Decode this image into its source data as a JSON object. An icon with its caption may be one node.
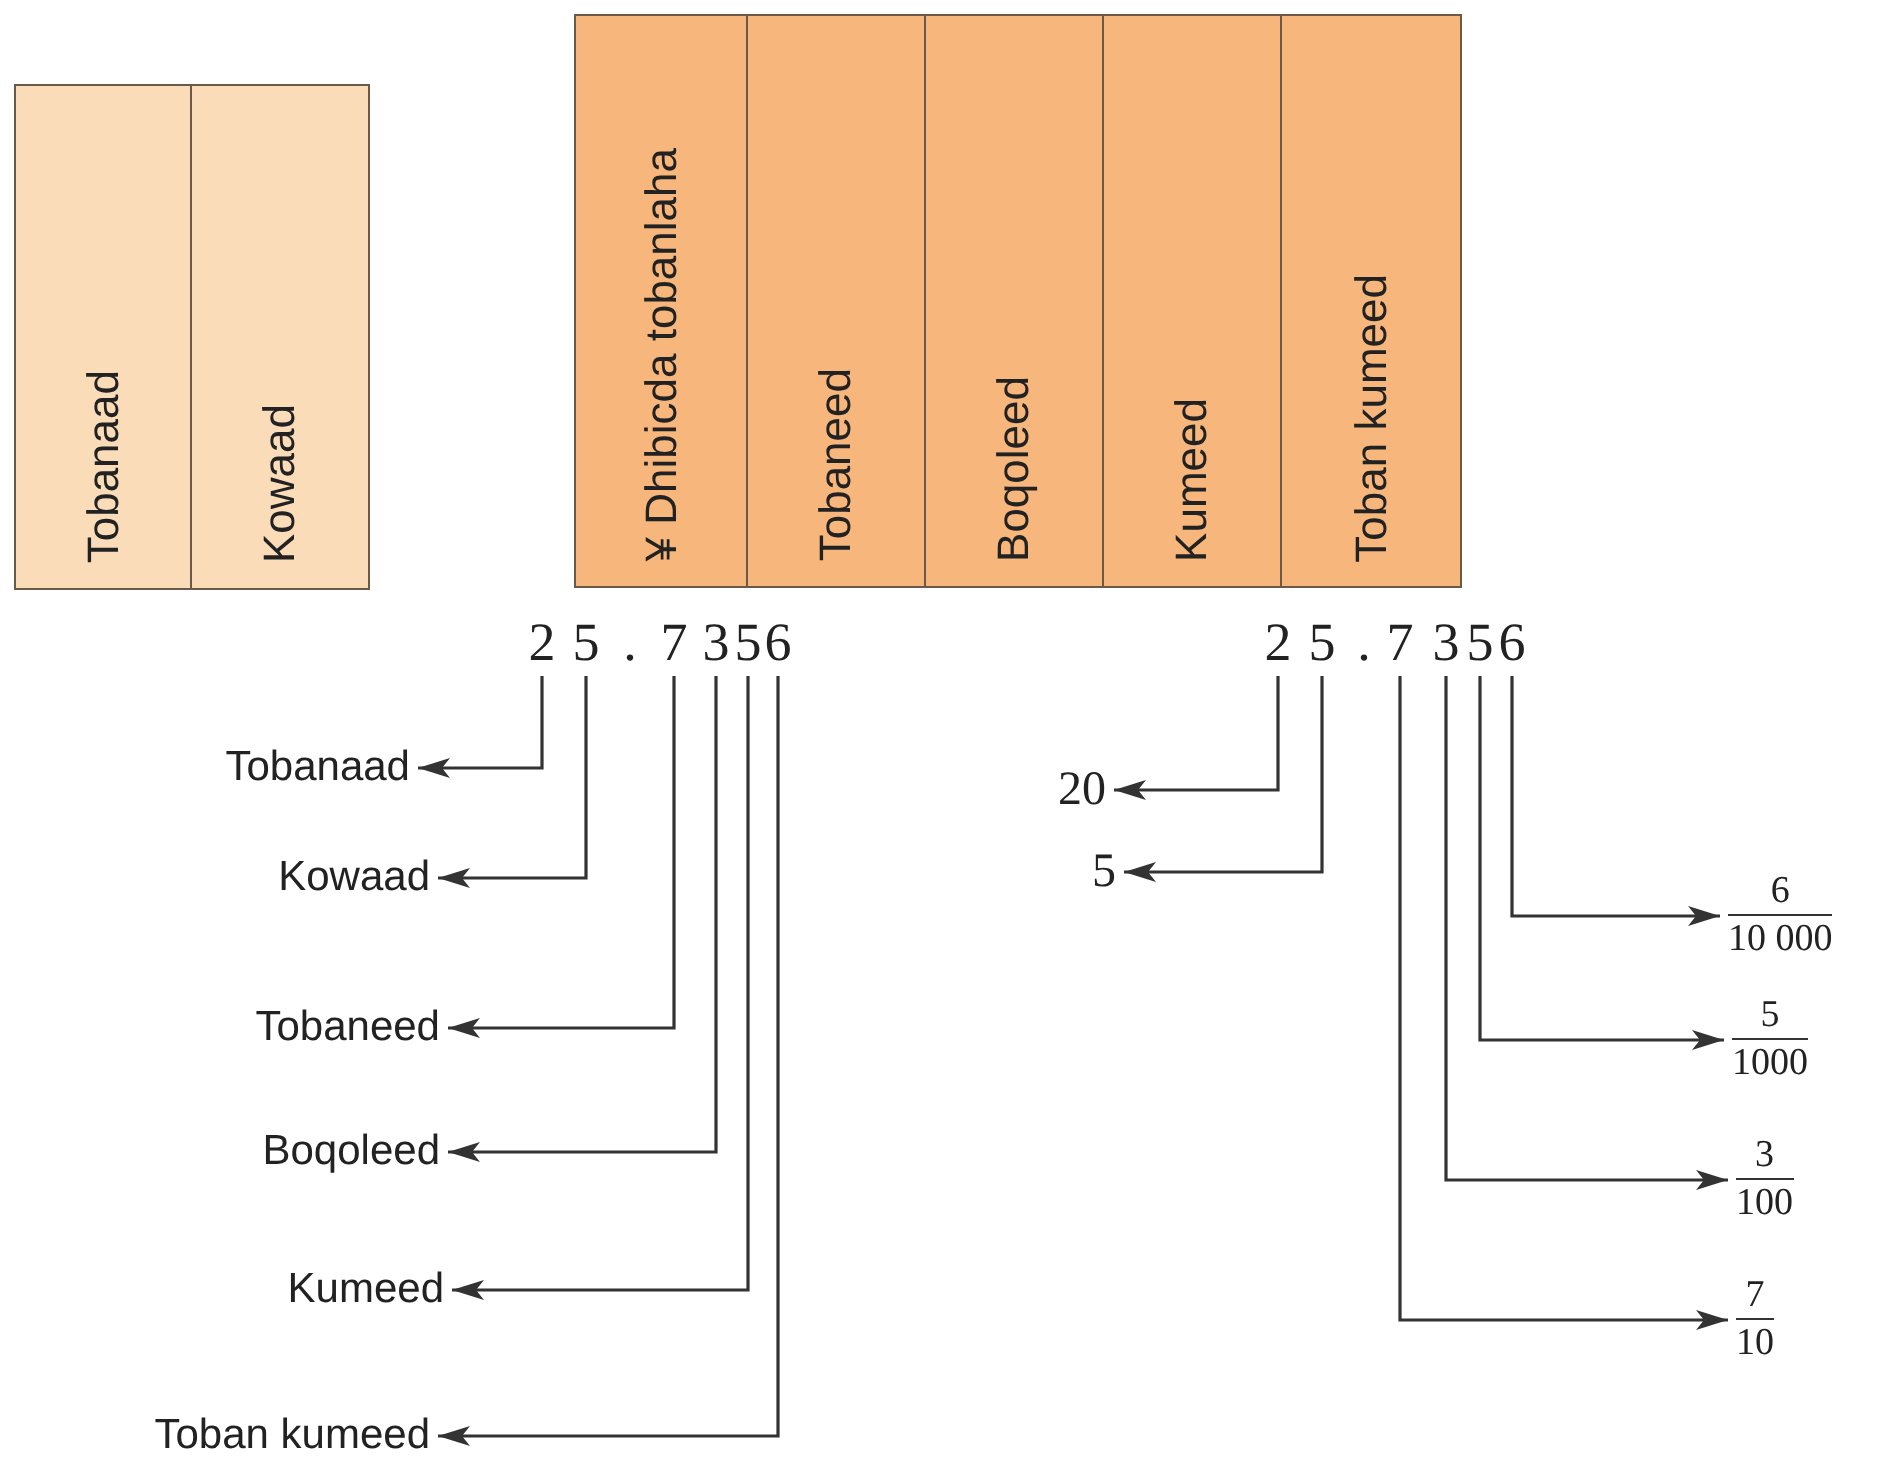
{
  "diagram": {
    "nodes": [
      {
        "text": [
          "Tobanaad"
        ]
      },
      {
        "text": [
          "Kowaad"
        ]
      },
      {
        "text": [
          "¥ Dhibicda tobanlaha"
        ]
      },
      {
        "text": [
          "Tobaneed"
        ]
      },
      {
        "text": [
          "Boqoleed"
        ]
      },
      {
        "text": [
          "Kumeed"
        ]
      },
      {
        "text": [
          "Toban kumeed"
        ]
      },
      {
        "text": [
          "2"
        ]
      },
      {
        "text": [
          "5"
        ]
      },
      {
        "text": [
          "7"
        ]
      },
      {
        "text": [
          "3"
        ]
      },
      {
        "text": [
          "5"
        ]
      },
      {
        "text": [
          "6"
        ]
      },
      {
        "text": [
          "Tobanaad"
        ]
      },
      {
        "text": [
          "Kowaad"
        ]
      },
      {
        "text": [
          "Tobaneed"
        ]
      },
      {
        "text": [
          "Boqoleed"
        ]
      },
      {
        "text": [
          "Kumeed"
        ]
      },
      {
        "text": [
          "Toban kumeed"
        ]
      },
      {
        "text": [
          "2"
        ]
      },
      {
        "text": [
          "5"
        ]
      },
      {
        "text": [
          "7"
        ]
      },
      {
        "text": [
          "3"
        ]
      },
      {
        "text": [
          "5"
        ]
      },
      {
        "text": [
          "6"
        ]
      },
      {
        "text": [
          "20"
        ]
      },
      {
        "text": [
          "5"
        ]
      },
      {
        "text": [
          "6",
          "10 000"
        ]
      },
      {
        "text": [
          "5",
          "1000"
        ]
      },
      {
        "text": [
          "3",
          "100"
        ]
      },
      {
        "text": [
          "7",
          "10"
        ]
      }
    ],
    "edges": [
      {
        "from": 7,
        "to": 13,
        "arrow": "to"
      },
      {
        "from": 8,
        "to": 14,
        "arrow": "to"
      },
      {
        "from": 9,
        "to": 15,
        "arrow": "to"
      },
      {
        "from": 10,
        "to": 16,
        "arrow": "to"
      },
      {
        "from": 11,
        "to": 17,
        "arrow": "to"
      },
      {
        "from": 12,
        "to": 18,
        "arrow": "to"
      },
      {
        "from": 19,
        "to": 25,
        "arrow": "to"
      },
      {
        "from": 20,
        "to": 26,
        "arrow": "to"
      },
      {
        "from": 24,
        "to": 27,
        "arrow": "to"
      },
      {
        "from": 23,
        "to": 28,
        "arrow": "to"
      },
      {
        "from": 22,
        "to": 29,
        "arrow": "to"
      },
      {
        "from": 21,
        "to": 30,
        "arrow": "to"
      }
    ],
    "labels": [
      ".",
      "."
    ]
  }
}
